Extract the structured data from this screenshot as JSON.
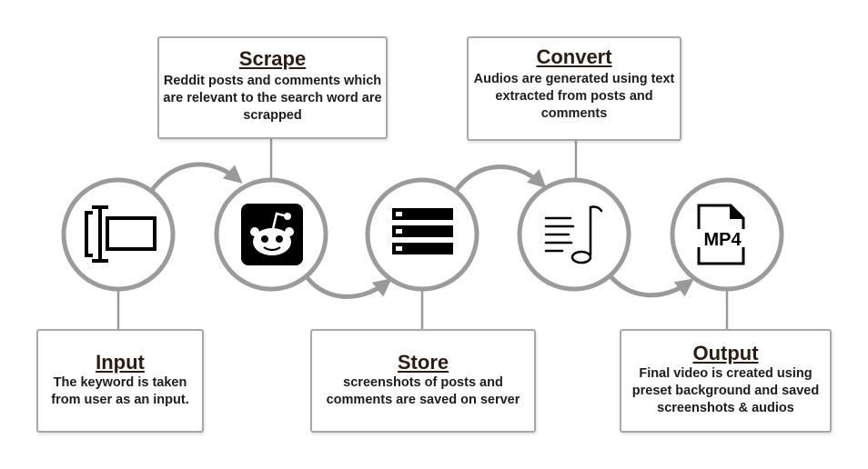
{
  "steps": {
    "scrape": {
      "title": "Scrape",
      "description": "Reddit posts and comments which are relevant to the search word are scrapped",
      "icon": "reddit-icon"
    },
    "convert": {
      "title": "Convert",
      "description": "Audios are generated using text extracted from posts and comments",
      "icon": "audio-note-icon"
    },
    "input": {
      "title": "Input",
      "description": "The keyword is taken from user as an input.",
      "icon": "text-cursor-input-icon"
    },
    "store": {
      "title": "Store",
      "description": "screenshots of posts and comments are saved on server",
      "icon": "server-icon"
    },
    "output": {
      "title": "Output",
      "description": "Final video is created using preset background and saved screenshots & audios",
      "icon": "mp4-file-icon"
    }
  },
  "icon_labels": {
    "mp4": "MP4"
  },
  "colors": {
    "ring": "#9b9b9b",
    "connector": "#9a9a9a",
    "border": "#a8a8a8",
    "icon": "#000000",
    "title": "#2b1d12"
  }
}
